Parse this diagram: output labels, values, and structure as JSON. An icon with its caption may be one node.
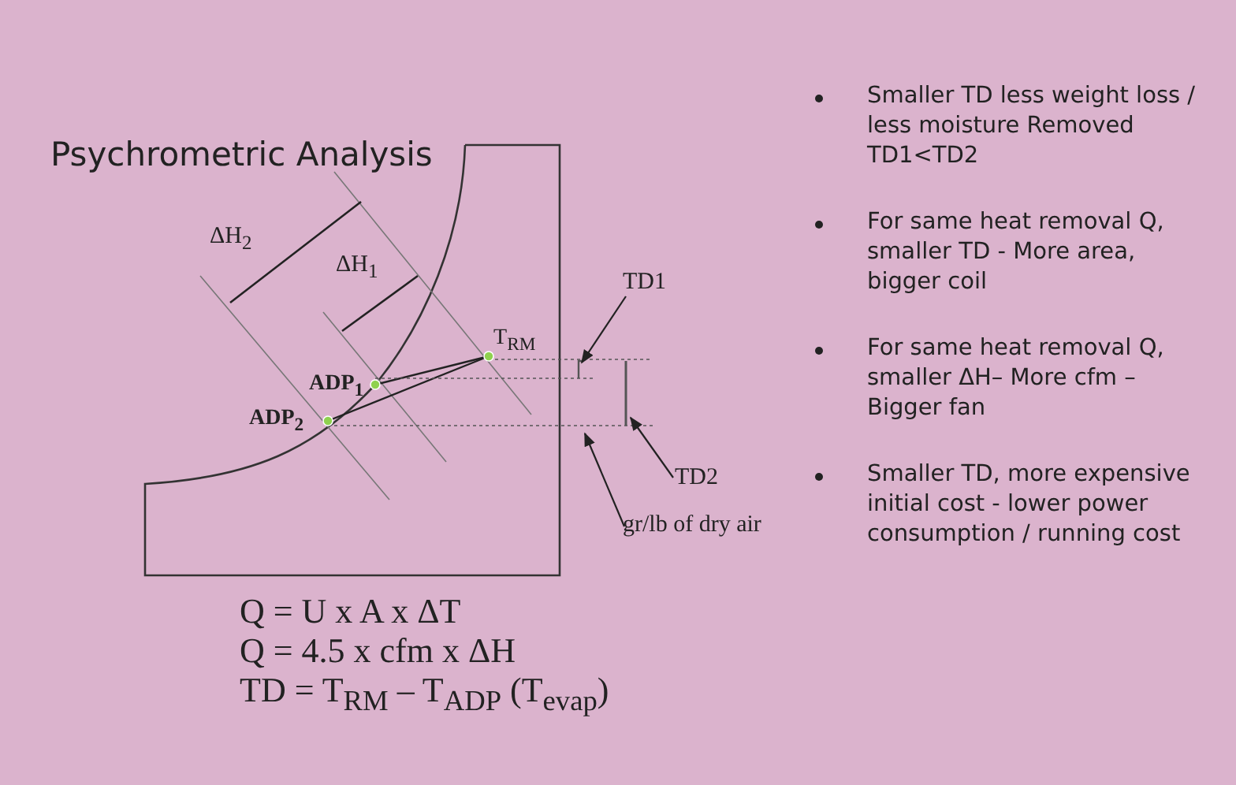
{
  "diagram": {
    "title": "Psychrometric Analysis",
    "nodes": [
      {
        "text": [
          "TD1"
        ]
      },
      {
        "text": [
          "TD2"
        ]
      },
      {
        "text": [
          "gr/lb of dry air"
        ]
      }
    ],
    "edges": [
      {
        "from": 0,
        "to": null,
        "arrow": "to"
      },
      {
        "from": 1,
        "to": null,
        "arrow": "to"
      },
      {
        "from": 2,
        "to": null,
        "arrow": "to"
      }
    ],
    "labels": [
      "ΔH$_{2}$",
      "ΔH$_{1}$",
      "T$_{RM}$",
      "ADP$_{1}$",
      "ADP$_{2}$",
      "Q = U x A x ΔT",
      "Q = 4.5 x cfm x ΔH",
      "TD = T$_{RM}$ – T$_{ADP}$ (T$_{evap}$)",
      "Smaller TD less weight loss / less moisture Removed TD1<TD2",
      "For same heat removal Q, smaller TD - More area, bigger coil",
      "For same heat removal Q, smaller ΔH– More cfm – Bigger fan",
      "Smaller TD, more expensive initial cost - lower power consumption / running cost"
    ]
  }
}
